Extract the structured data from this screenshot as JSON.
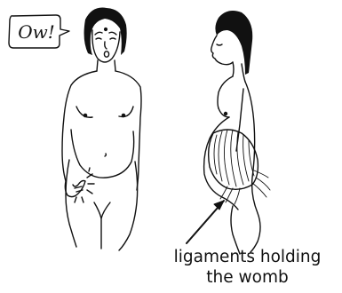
{
  "speech_bubble": {
    "text": "Ow!"
  },
  "caption": {
    "line1": "ligaments holding",
    "line2": "the womb"
  }
}
